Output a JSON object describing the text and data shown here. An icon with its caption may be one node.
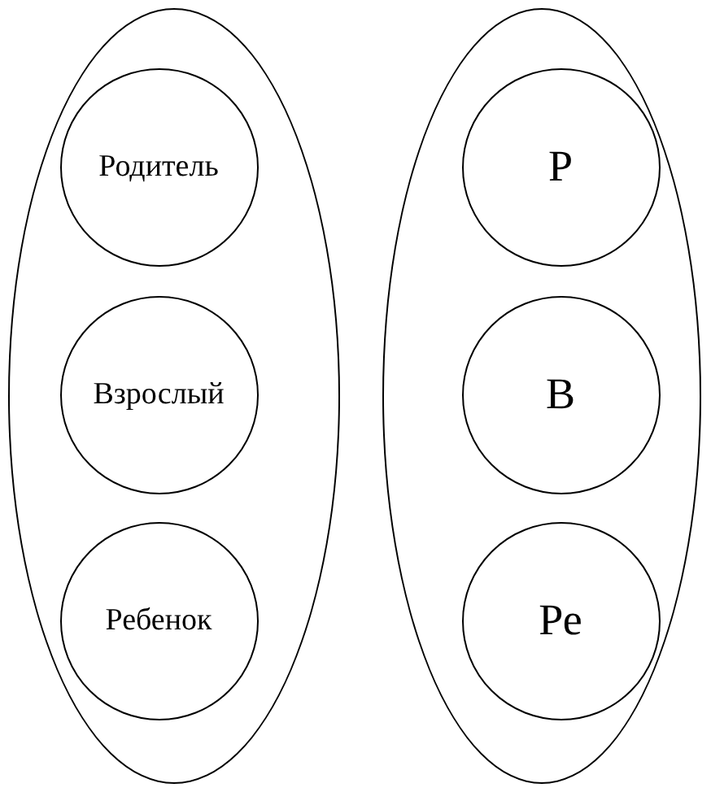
{
  "diagram": {
    "nodes": [
      {
        "text": [],
        "shape": "ellipse"
      },
      {
        "text": [
          "Родитель"
        ],
        "in": 0
      },
      {
        "text": [
          "Взрослый"
        ],
        "in": 0
      },
      {
        "text": [
          "Ребенок"
        ],
        "in": 0
      },
      {
        "text": [],
        "shape": "ellipse"
      },
      {
        "text": [
          "Р"
        ],
        "in": 4
      },
      {
        "text": [
          "В"
        ],
        "in": 4
      },
      {
        "text": [
          "Ре"
        ],
        "in": 4
      }
    ]
  }
}
